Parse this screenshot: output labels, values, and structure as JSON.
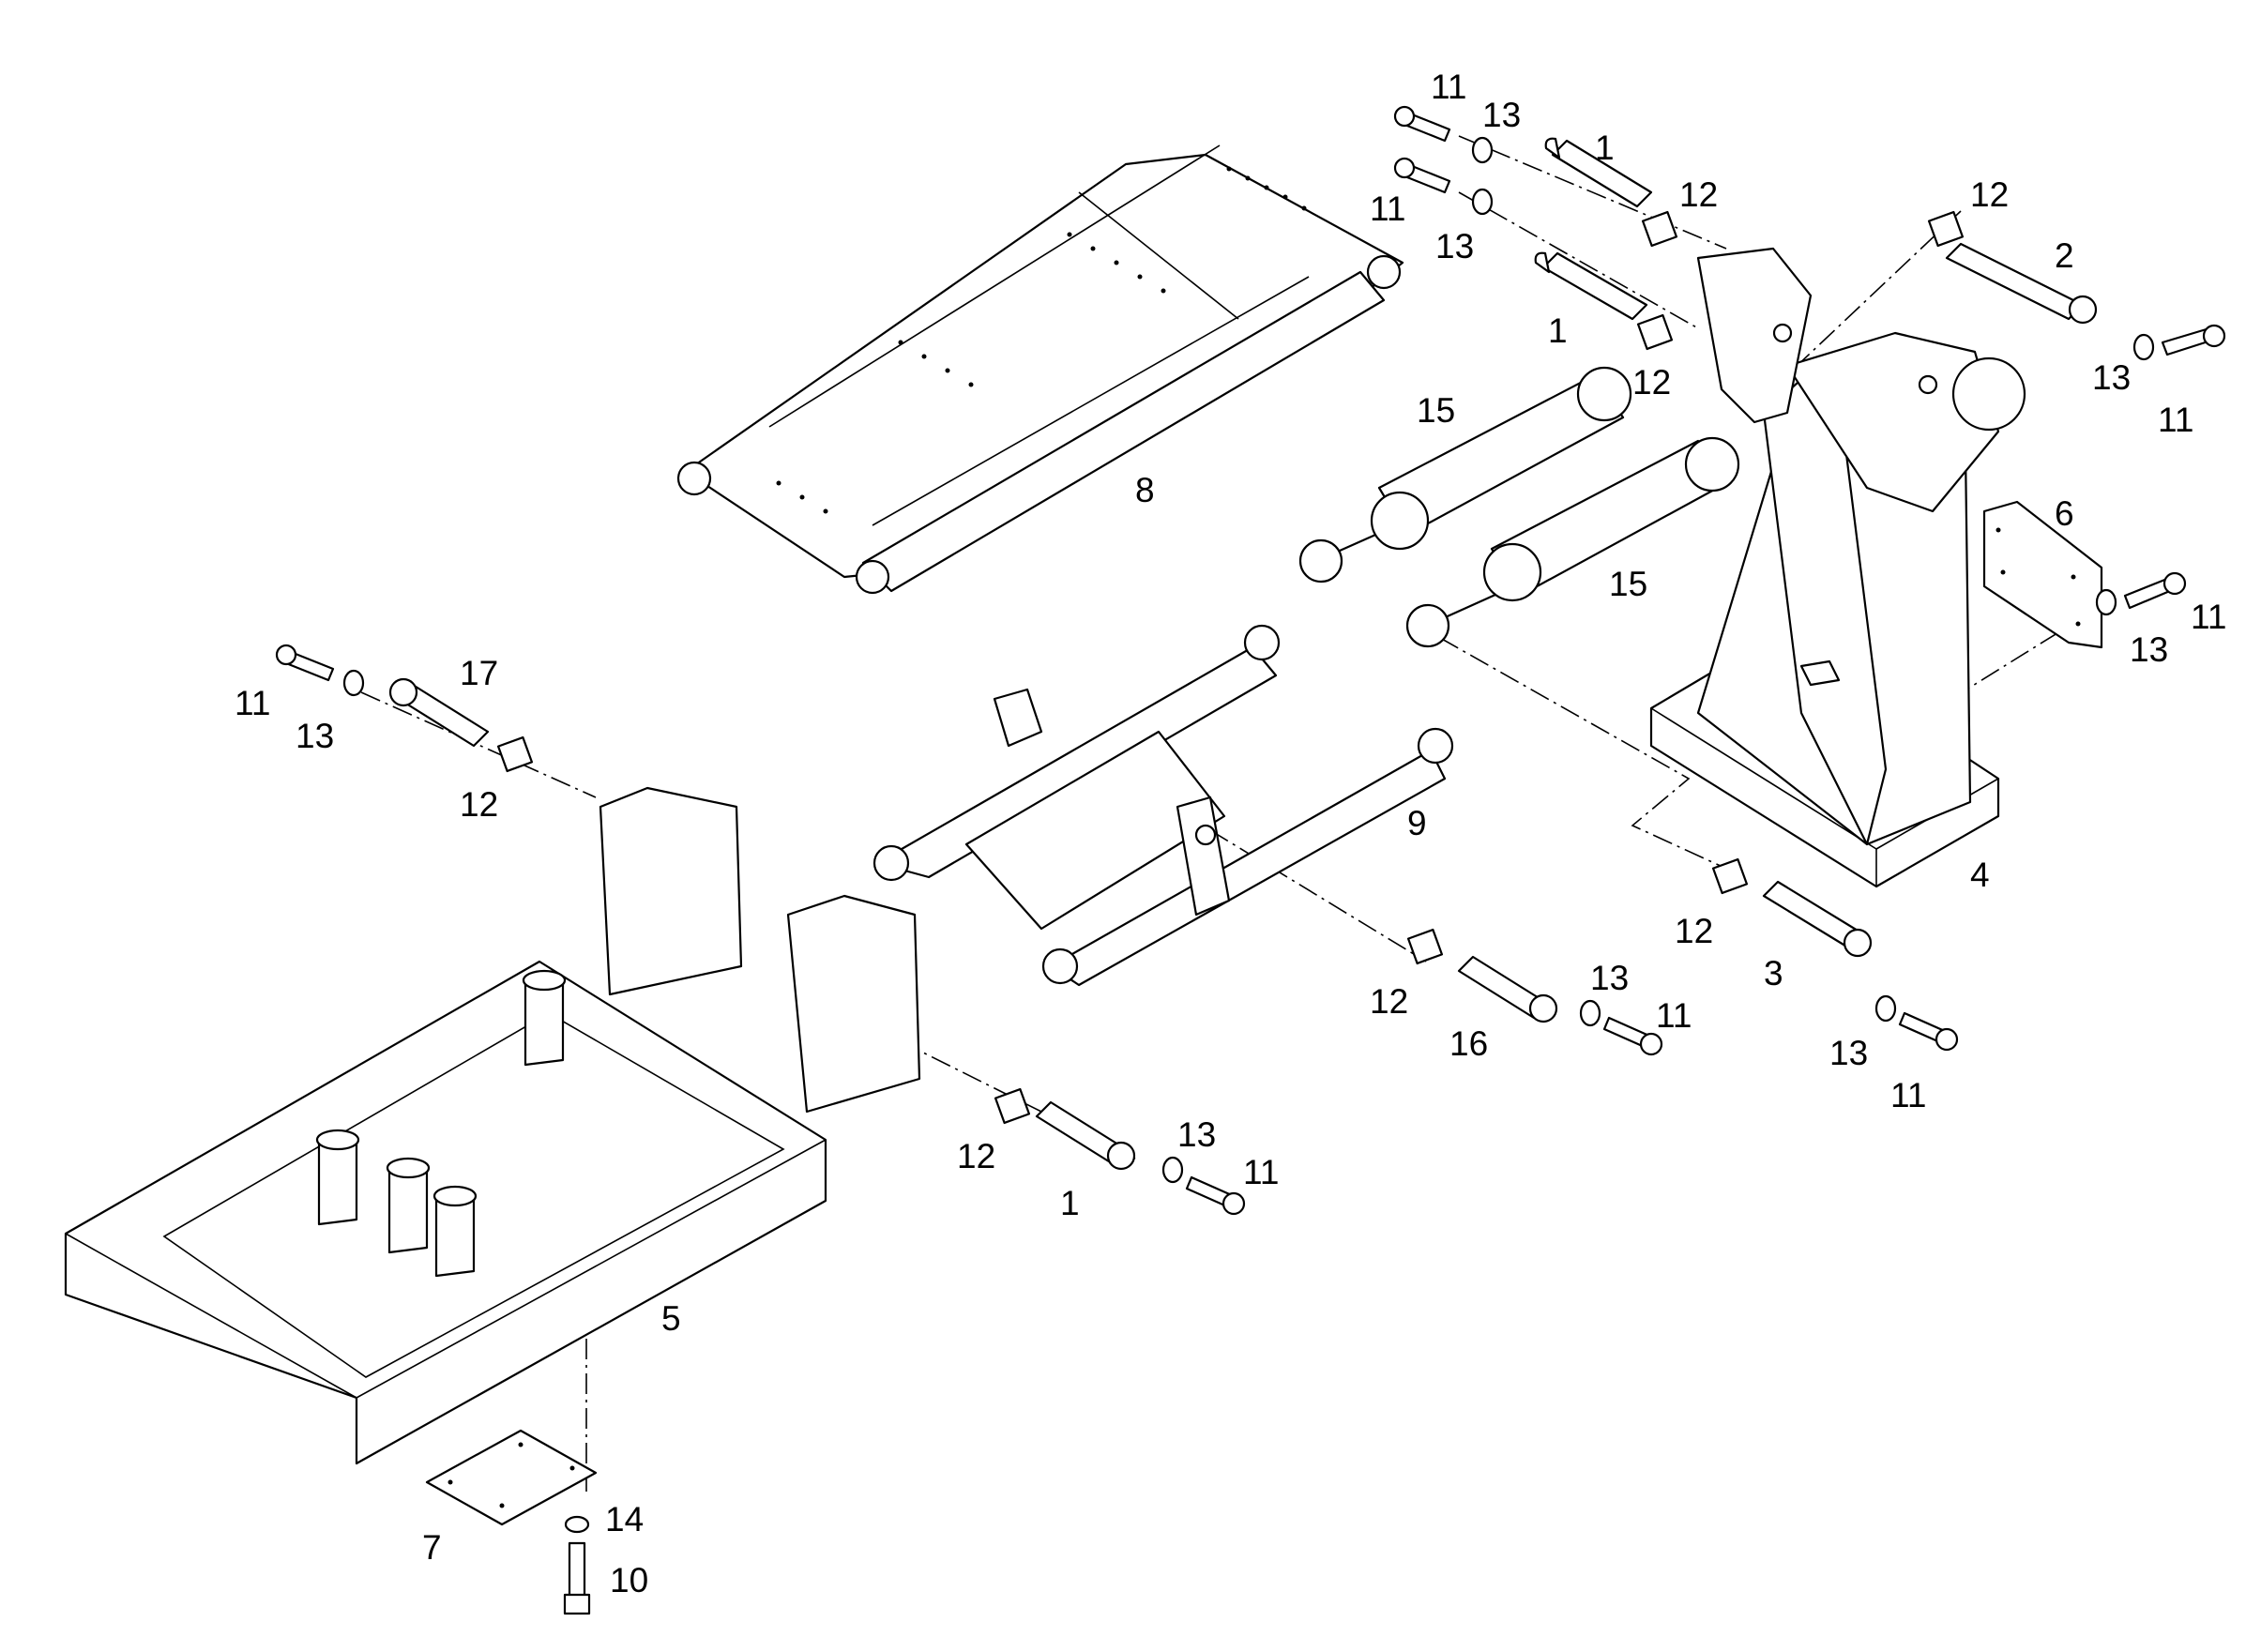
{
  "colors": {
    "line": "#000000",
    "background": "#ffffff"
  },
  "callouts": {
    "c1a": "1",
    "c1b": "1",
    "c1c": "1",
    "c2": "2",
    "c3": "3",
    "c4": "4",
    "c5": "5",
    "c6": "6",
    "c7": "7",
    "c8": "8",
    "c9": "9",
    "c10": "10",
    "c11a": "11",
    "c11b": "11",
    "c11c": "11",
    "c11d": "11",
    "c11e": "11",
    "c11f": "11",
    "c11g": "11",
    "c11h": "11",
    "c12a": "12",
    "c12b": "12",
    "c12c": "12",
    "c12d": "12",
    "c12e": "12",
    "c12f": "12",
    "c12g": "12",
    "c13a": "13",
    "c13b": "13",
    "c13c": "13",
    "c13d": "13",
    "c13e": "13",
    "c13f": "13",
    "c13g": "13",
    "c13h": "13",
    "c14": "14",
    "c15a": "15",
    "c15b": "15",
    "c16": "16",
    "c17": "17"
  }
}
